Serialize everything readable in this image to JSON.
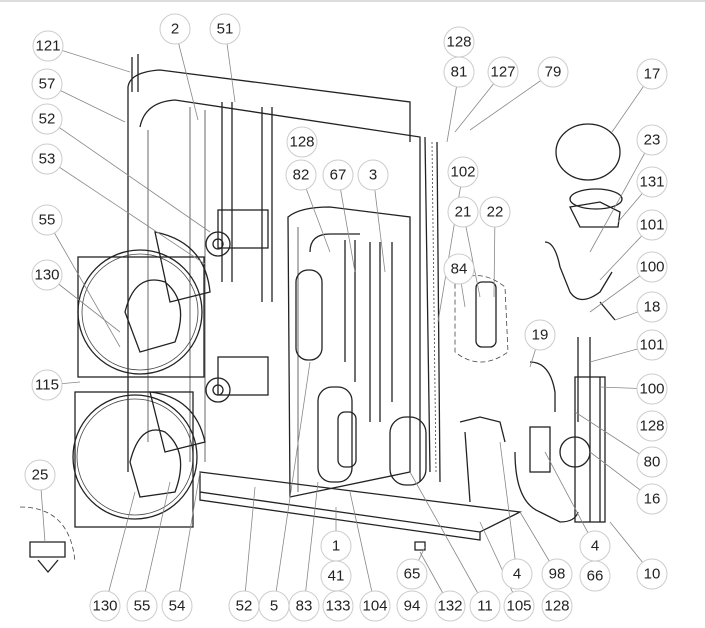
{
  "diagram": {
    "type": "exploded-parts-view",
    "callouts": [
      "121",
      "2",
      "51",
      "128",
      "81",
      "127",
      "79",
      "17",
      "57",
      "52",
      "128",
      "53",
      "82",
      "67",
      "3",
      "102",
      "23",
      "131",
      "21",
      "22",
      "55",
      "84",
      "101",
      "130",
      "100",
      "18",
      "19",
      "101",
      "115",
      "100",
      "128",
      "80",
      "25",
      "16",
      "1",
      "4",
      "41",
      "4",
      "65",
      "98",
      "66",
      "10",
      "130",
      "55",
      "54",
      "52",
      "5",
      "83",
      "133",
      "104",
      "94",
      "132",
      "11",
      "105",
      "128"
    ]
  }
}
